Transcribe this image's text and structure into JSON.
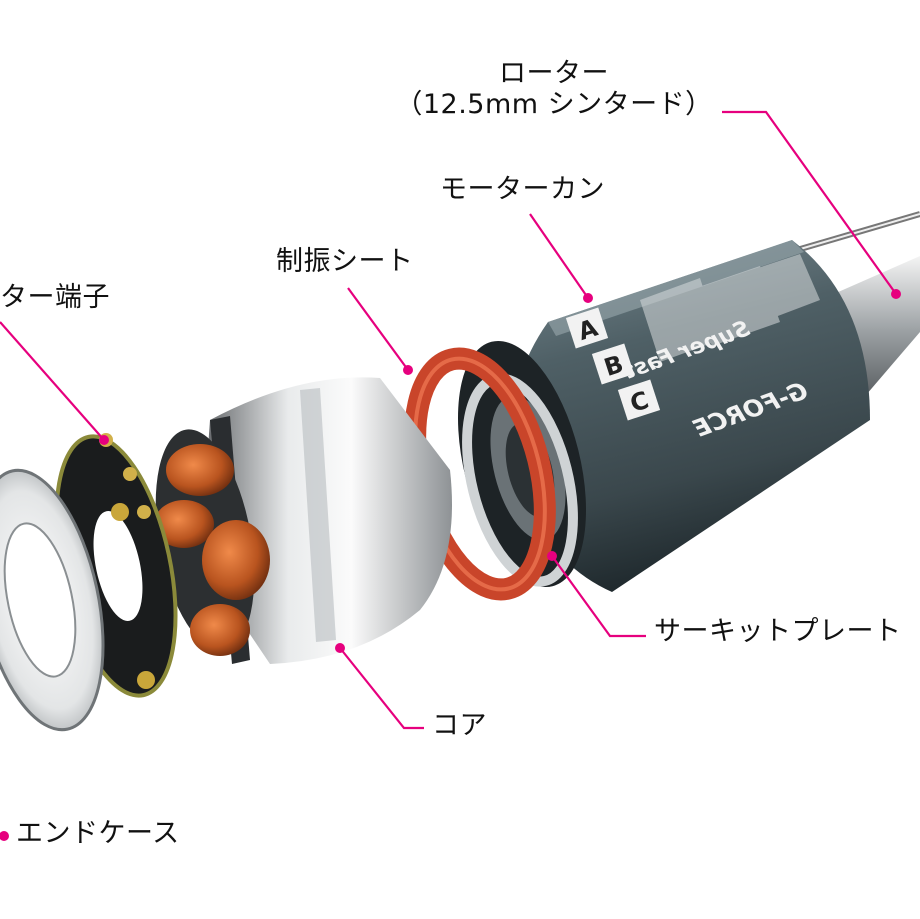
{
  "labels": {
    "rotor_line1": "ローター",
    "rotor_line2": "（12.5mm シンタード）",
    "motor_can": "モーターカン",
    "damping_sheet": "制振シート",
    "terminal": "ター端子",
    "circuit_plate": "サーキットプレート",
    "core": "コア",
    "end_case": "エンドケース"
  },
  "product_marks": {
    "brand": "G-FORCE",
    "model": "Super Fast",
    "phase_a": "A",
    "phase_b": "B",
    "phase_c": "C"
  },
  "colors": {
    "leader": "#e6007e",
    "can": "#4a5a60",
    "copper": "#c2622e",
    "damper": "#d0472a",
    "steel": "#c9ccce",
    "gold": "#c9a63a"
  }
}
